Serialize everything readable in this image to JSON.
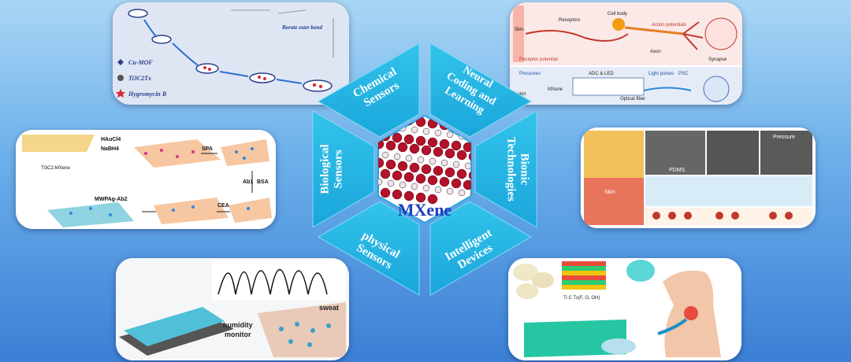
{
  "hub": {
    "center_label": "MXene",
    "segments": [
      {
        "lines": [
          "Chemical",
          "Sensors"
        ]
      },
      {
        "lines": [
          "Neural",
          "Coding and",
          "Learning"
        ]
      },
      {
        "lines": [
          "Bionic",
          "Technologies"
        ]
      },
      {
        "lines": [
          "Intelligent",
          "Devices"
        ]
      },
      {
        "lines": [
          "physical",
          "Sensors"
        ]
      },
      {
        "lines": [
          "Biological",
          "Sensors"
        ]
      }
    ]
  },
  "chemical_panel": {
    "legend": [
      "Cu-MOF",
      "Ti3C2Tx",
      "Hygromycin B"
    ],
    "bond_label": "Borate ester bond"
  },
  "neural_panel": {
    "labels": [
      "Skin",
      "Receptors",
      "Cell body",
      "Action potentials",
      "Axon",
      "Synapse",
      "Receptor potential",
      "Pressures",
      "ADC & LED",
      "Light pulses",
      "PSC",
      "E-skin",
      "MXene",
      "Optical fiber"
    ]
  },
  "biological_panel": {
    "labels": [
      "HAuCl4",
      "NaBH4",
      "SPA",
      "Ti3C2-MXene",
      "Ab1",
      "BSA",
      "CEA",
      "MWPAg-Ab2"
    ]
  },
  "bionic_panel": {
    "labels": [
      "PDMS",
      "Pressure",
      "Skin"
    ]
  },
  "physical_panel": {
    "labels": [
      "humidity",
      "monitor",
      "sweat"
    ]
  },
  "devices_panel": {
    "legend": "Ti  C  Tx(F, O, OH)"
  }
}
